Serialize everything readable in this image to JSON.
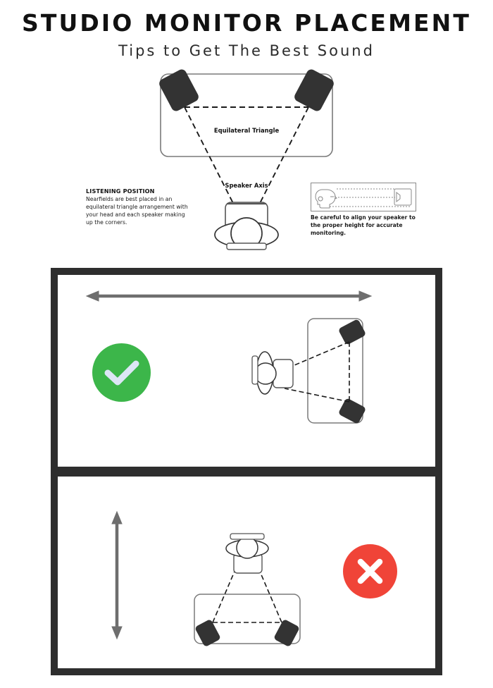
{
  "header": {
    "title": "STUDIO MONITOR PLACEMENT",
    "subtitle": "Tips to Get The Best Sound"
  },
  "top_diagram": {
    "triangle_label": "Equilateral Triangle",
    "axis_label": "Speaker Axis",
    "note": {
      "heading": "LISTENING POSITION",
      "body": "Nearfields are best placed in an equilateral triangle arrangement with your head and each speaker making up the corners."
    },
    "height_caption": {
      "text": "Be careful to align your speaker to the proper height for accurate monitoring."
    }
  },
  "rooms": {
    "good": {
      "status": "correct",
      "badge_icon": "check-icon",
      "arrow_orientation": "horizontal",
      "arrow_meaning": "long wall"
    },
    "bad": {
      "status": "incorrect",
      "badge_icon": "cross-icon",
      "arrow_orientation": "vertical",
      "arrow_meaning": "short wall"
    }
  },
  "colors": {
    "ink": "#111111",
    "frame_dark": "#2e2e2e",
    "speaker_fill": "#333333",
    "outline_gray": "#7a7a7a",
    "arrow_gray": "#6e6e6e",
    "success_green": "#3cb64a",
    "check_white": "#dce6f5",
    "error_red": "#f04438",
    "cross_white": "#ffffff",
    "page_bg": "#ffffff"
  }
}
